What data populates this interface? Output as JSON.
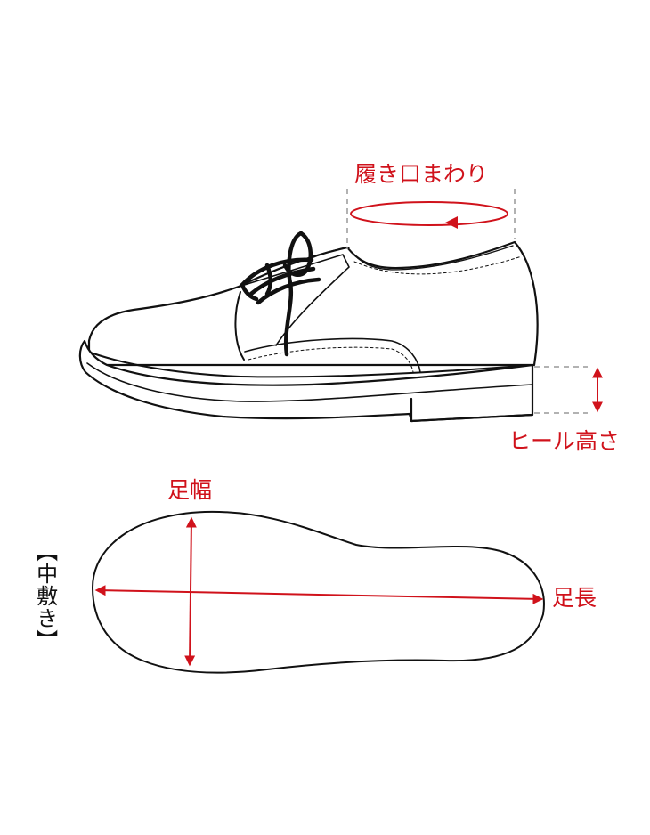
{
  "labels": {
    "collar": "履き口まわり",
    "heel_height": "ヒール高さ",
    "foot_width": "足幅",
    "foot_length": "足長",
    "insole": "【中敷き】"
  },
  "colors": {
    "measure": "#d0121b",
    "outline": "#111111",
    "guide": "#999999"
  }
}
